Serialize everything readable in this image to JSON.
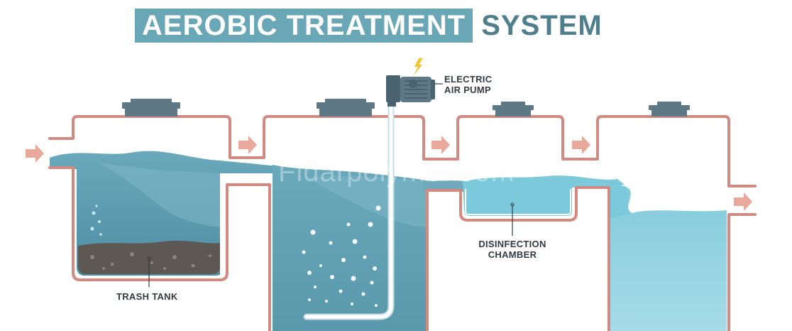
{
  "title": {
    "highlight": "AEROBIC TREATMENT",
    "rest": "SYSTEM"
  },
  "labels": {
    "pump": [
      "ELECTRIC",
      "AIR PUMP"
    ],
    "trash_tank": "TRASH TANK",
    "disinfection": [
      "DISINFECTION",
      "CHAMBER"
    ]
  },
  "watermark": "Fidarpolymer.com",
  "colors": {
    "pipe": "#d08a82",
    "lid": "#5f7885",
    "water_dark": "#5e9bae",
    "water_mid": "#6fa9bb",
    "water_light": "#7cc9dc",
    "water_pale": "#9fd9e6",
    "sludge": "#5e5855",
    "arrow": "#e9a89c",
    "title_box": "#6aa7b6",
    "title_text": "#4f7f8d"
  },
  "icons": [
    "electric-air-pump-icon",
    "lightning-bolt-icon",
    "flow-arrow-icon"
  ]
}
